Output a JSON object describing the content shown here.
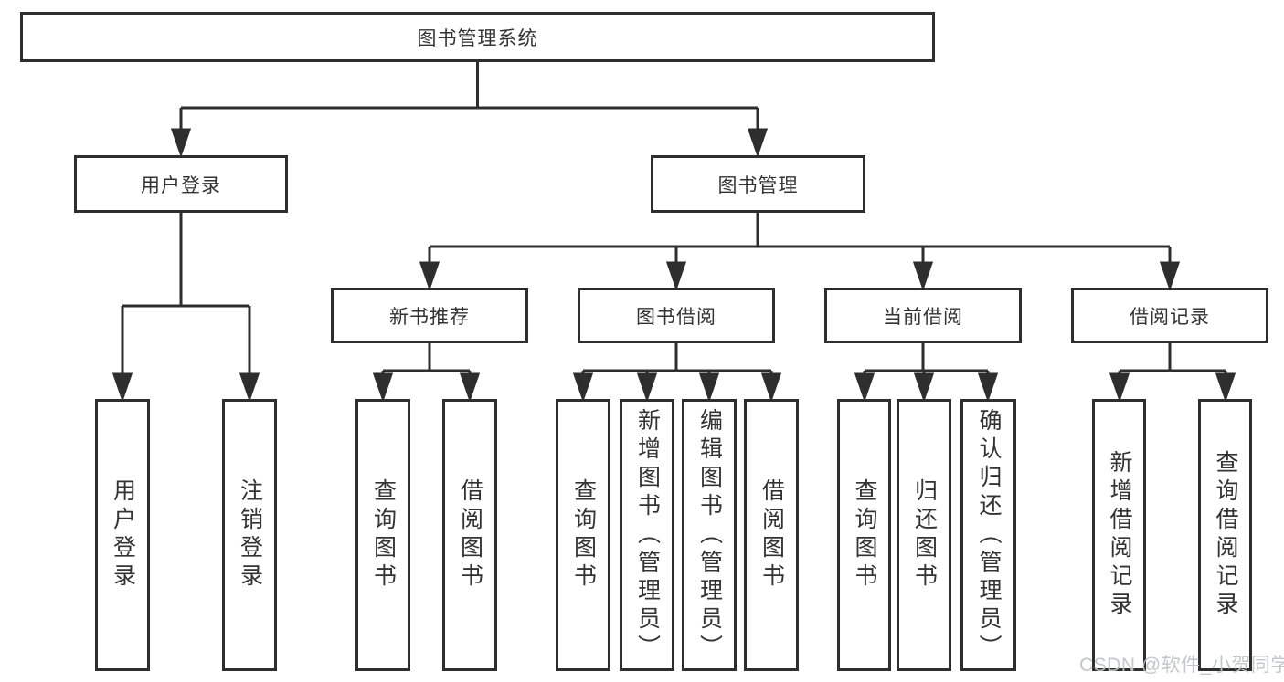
{
  "diagram": {
    "root": "图书管理系统",
    "branches": [
      {
        "label": "用户登录",
        "children": [
          "用户登录",
          "注销登录"
        ]
      },
      {
        "label": "图书管理",
        "sections": [
          {
            "label": "新书推荐",
            "children": [
              "查询图书",
              "借阅图书"
            ]
          },
          {
            "label": "图书借阅",
            "children": [
              "查询图书",
              "新增图书（管理员）",
              "编辑图书（管理员）",
              "借阅图书"
            ]
          },
          {
            "label": "当前借阅",
            "children": [
              "查询图书",
              "归还图书",
              "确认归还（管理员）"
            ]
          },
          {
            "label": "借阅记录",
            "children": [
              "新增借阅记录",
              "查询借阅记录"
            ]
          }
        ]
      }
    ],
    "line_color": "#2e2e2e",
    "watermark": "CSDN @软件_小贺同学"
  }
}
